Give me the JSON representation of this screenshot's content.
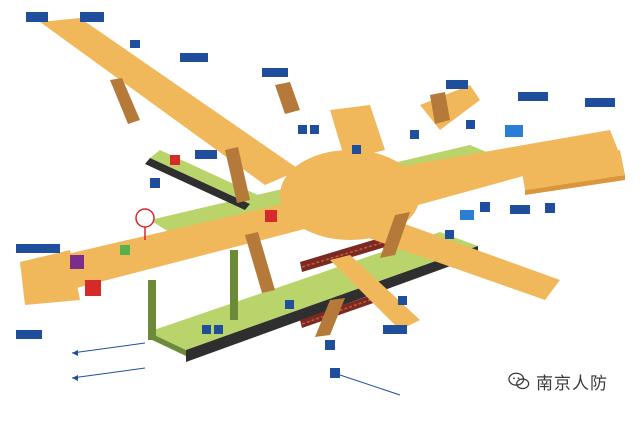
{
  "watermark": {
    "text": "南京人防",
    "icon": "wechat-icon"
  },
  "colors": {
    "concourse": "#f0b85a",
    "concourse_dark": "#d9963a",
    "platform": "#b9d46a",
    "platform_dark": "#6d8a3a",
    "track": "#2f2f2f",
    "rail": "#7a2a22",
    "sign_blue": "#1f4f9c",
    "brown": "#b57a3a",
    "purple": "#7b2d8e",
    "red": "#d42a2a",
    "blue_block": "#2a7fd4"
  },
  "markers": [
    {
      "id": "exit-sign",
      "count": 18
    },
    {
      "id": "service-counter",
      "count": 4
    },
    {
      "id": "ticket-machine",
      "count": 3
    }
  ]
}
